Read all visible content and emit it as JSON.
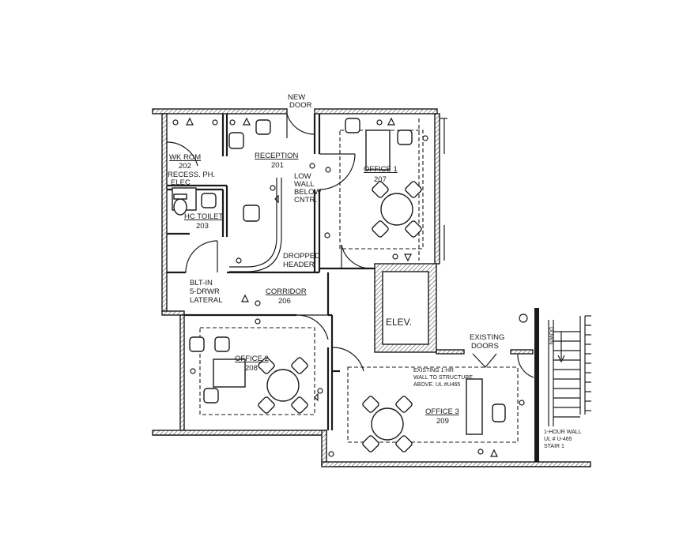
{
  "labels": {
    "new_door": [
      "NEW",
      "DOOR"
    ],
    "wk_rom_name": "WK ROM",
    "wk_rom_num": "202",
    "recess": "RECESS. PH.",
    "elec": "ELEC",
    "reception_name": "RECEPTION",
    "reception_num": "201",
    "low_wall": [
      "LOW",
      "WALL",
      "BELOW",
      "CNTR."
    ],
    "office1_name": "OFFICE 1",
    "office1_num": "207",
    "hc_toilet_name": "HC TOILET",
    "hc_toilet_num": "203",
    "dropped_header": [
      "DROPPED",
      "HEADER"
    ],
    "blt_in": [
      "BLT-IN",
      "5-DRWR",
      "LATERAL"
    ],
    "corridor_name": "CORRIDOR",
    "corridor_num": "206",
    "elev": "ELEV.",
    "existing_doors": [
      "EXISTING",
      "DOORS"
    ],
    "office2_name": "OFFICE 2",
    "office2_num": "208",
    "existing_wall": [
      "EXISTING 1-HR",
      "WALL TO STRUCTURE",
      "ABOVE. UL #U465"
    ],
    "office3_name": "OFFICE 3",
    "office3_num": "209",
    "stair_note": [
      "1-HOUR WALL",
      "UL # U-465",
      "STAIR 1"
    ],
    "down": "DOWN"
  }
}
